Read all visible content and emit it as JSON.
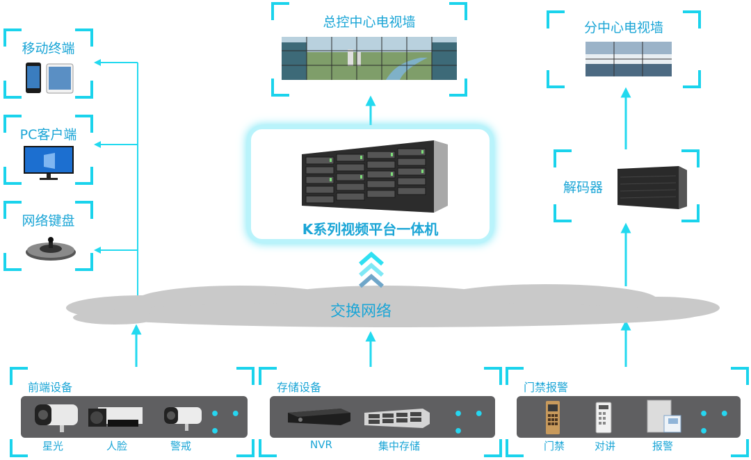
{
  "top": {
    "main_wall_title": "总控中心电视墙",
    "sub_wall_title": "分中心电视墙"
  },
  "clients": {
    "mobile_title": "移动终端",
    "pc_title": "PC客户端",
    "keyboard_title": "网络键盘"
  },
  "platform": {
    "name": "K系列视频平台一体机"
  },
  "decoder": {
    "title": "解码器"
  },
  "network": {
    "label": "交换网络"
  },
  "bottom": {
    "frontend": {
      "title": "前端设备",
      "items": [
        "星光",
        "人脸",
        "警戒"
      ],
      "more": "• • •"
    },
    "storage": {
      "title": "存储设备",
      "items": [
        "NVR",
        "集中存储"
      ],
      "more": "• • •"
    },
    "access": {
      "title": "门禁报警",
      "items": [
        "门禁",
        "对讲",
        "报警"
      ],
      "more": "• • •"
    }
  },
  "colors": {
    "accent": "#1ad3ec",
    "text": "#1aa5d6",
    "panel": "#5f5f61",
    "cloud": "#c8c8c8"
  }
}
